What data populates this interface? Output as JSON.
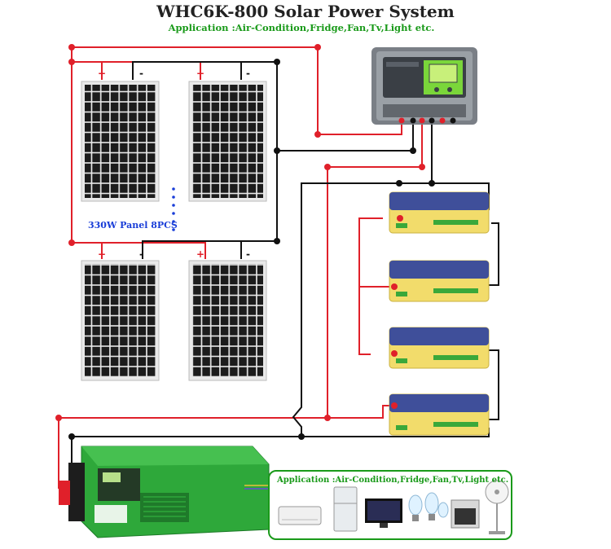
{
  "header": {
    "title": "WHC6K-800 Solar Power System",
    "subtitle": "Application :Air-Condition,Fridge,Fan,Tv,Light etc."
  },
  "panels": {
    "label": "330W Panel 8PCS",
    "count_shown": 4,
    "plus_sign": "+",
    "minus_sign": "-"
  },
  "appliances": {
    "label": "Application :Air-Condition,Fridge,Fan,Tv,Light etc.",
    "items": [
      "air-conditioner",
      "fridge",
      "tv",
      "light-bulbs",
      "oven",
      "fan"
    ]
  },
  "batteries": {
    "count": 4
  },
  "colors": {
    "positive_wire": "#e0202a",
    "negative_wire": "#111111",
    "panel_cell": "#1c1c1c",
    "inverter_body": "#2ea83a",
    "battery_body": "#f2dc6b",
    "battery_top": "#3f4f9a",
    "controller_body": "#7a7f86",
    "accent_green": "#1a9a1a",
    "label_blue": "#1a3ed8"
  }
}
